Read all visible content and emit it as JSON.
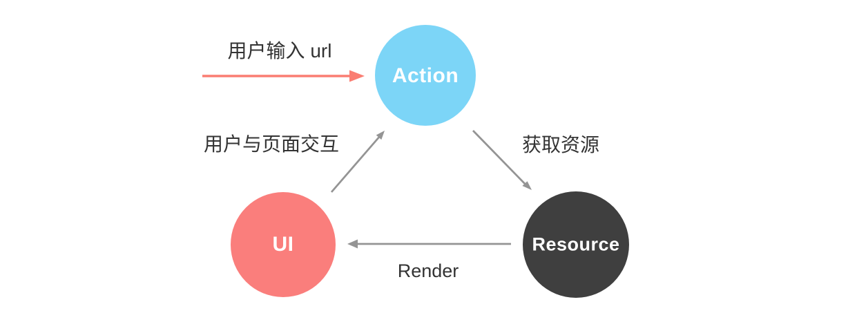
{
  "canvas": {
    "background": "#ffffff",
    "text_color": "#333333"
  },
  "nodes": [
    {
      "id": "action",
      "label": "Action",
      "color": "#7cd5f7",
      "label_color": "#ffffff"
    },
    {
      "id": "ui",
      "label": "UI",
      "color": "#fa7e7c",
      "label_color": "#ffffff"
    },
    {
      "id": "resource",
      "label": "Resource",
      "color": "#3f3f3f",
      "label_color": "#ffffff"
    }
  ],
  "edges": [
    {
      "id": "user-input-url",
      "label": "用户输入 url",
      "from": "user",
      "to": "action",
      "color": "#fa7d72"
    },
    {
      "id": "ui-to-action",
      "label": "用户与页面交互",
      "from": "ui",
      "to": "action",
      "color": "#949494"
    },
    {
      "id": "action-to-resource",
      "label": "获取资源",
      "from": "action",
      "to": "resource",
      "color": "#949494"
    },
    {
      "id": "resource-to-ui",
      "label": "Render",
      "from": "resource",
      "to": "ui",
      "color": "#949494"
    }
  ]
}
